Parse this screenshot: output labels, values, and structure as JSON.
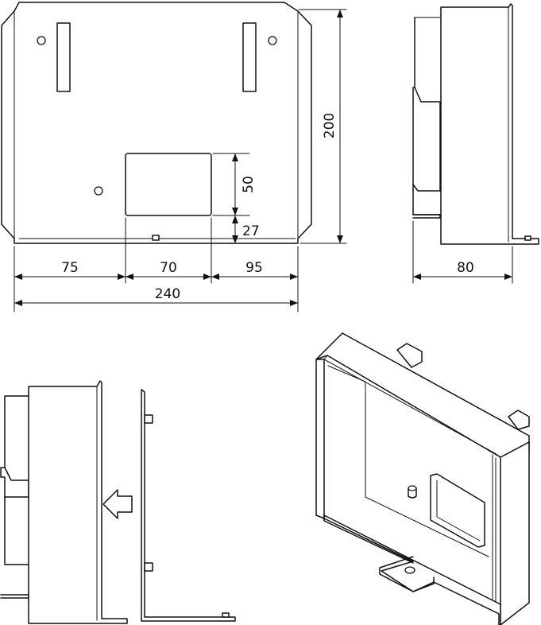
{
  "dimensions": {
    "seg_left": "75",
    "seg_middle": "70",
    "seg_right": "95",
    "total_width": "240",
    "height": "200",
    "cutout_height": "50",
    "cutout_offset": "27",
    "depth": "80"
  },
  "colors": {
    "line": "#111111",
    "background": "#ffffff"
  },
  "icons": {
    "insert_arrow": "arrow-left-icon"
  }
}
